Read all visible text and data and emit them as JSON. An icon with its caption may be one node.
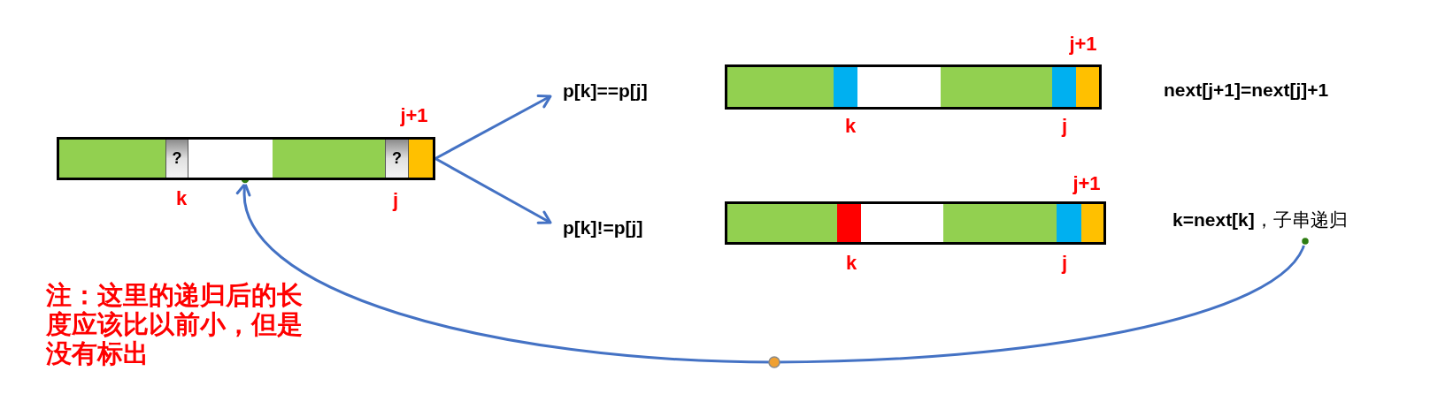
{
  "diagram": {
    "nodes": [
      {
        "text": [],
        "shape": "bar",
        "beside": [
          "j+1",
          "k",
          "j"
        ]
      },
      {
        "text": [],
        "shape": "box",
        "in": 0
      },
      {
        "text": [
          "?"
        ],
        "in": 0
      },
      {
        "text": [],
        "shape": "box",
        "in": 0
      },
      {
        "text": [
          "?"
        ],
        "in": 0
      },
      {
        "text": [],
        "shape": "box",
        "in": 0
      },
      {
        "text": [
          "p[k]==p[j]"
        ]
      },
      {
        "text": [],
        "shape": "bar",
        "beside": [
          "j+1",
          "k",
          "j"
        ]
      },
      {
        "text": [],
        "shape": "box",
        "in": 7
      },
      {
        "text": [],
        "shape": "box",
        "in": 7
      },
      {
        "text": [],
        "shape": "box",
        "in": 7
      },
      {
        "text": [],
        "shape": "box",
        "in": 7
      },
      {
        "text": [],
        "shape": "box",
        "in": 7
      },
      {
        "text": [
          "next[j+1]=next[j]+1"
        ]
      },
      {
        "text": [
          "p[k]!=p[j]"
        ]
      },
      {
        "text": [],
        "shape": "bar",
        "beside": [
          "j+1",
          "k",
          "j"
        ]
      },
      {
        "text": [],
        "shape": "box",
        "in": 15
      },
      {
        "text": [],
        "shape": "box",
        "in": 15
      },
      {
        "text": [],
        "shape": "box",
        "in": 15
      },
      {
        "text": [],
        "shape": "box",
        "in": 15
      },
      {
        "text": [],
        "shape": "box",
        "in": 15
      },
      {
        "text": [
          "**k=next[k]**，子串递归"
        ]
      }
    ],
    "edges": [
      {
        "from": 0,
        "to": 6,
        "arrow": "to"
      },
      {
        "from": 0,
        "to": 14,
        "arrow": "to"
      },
      {
        "from": 21,
        "to": 0,
        "arrow": "to"
      }
    ],
    "labels": [
      "注：这里的递归后的长度应该比以前小，但是没有标出"
    ]
  }
}
